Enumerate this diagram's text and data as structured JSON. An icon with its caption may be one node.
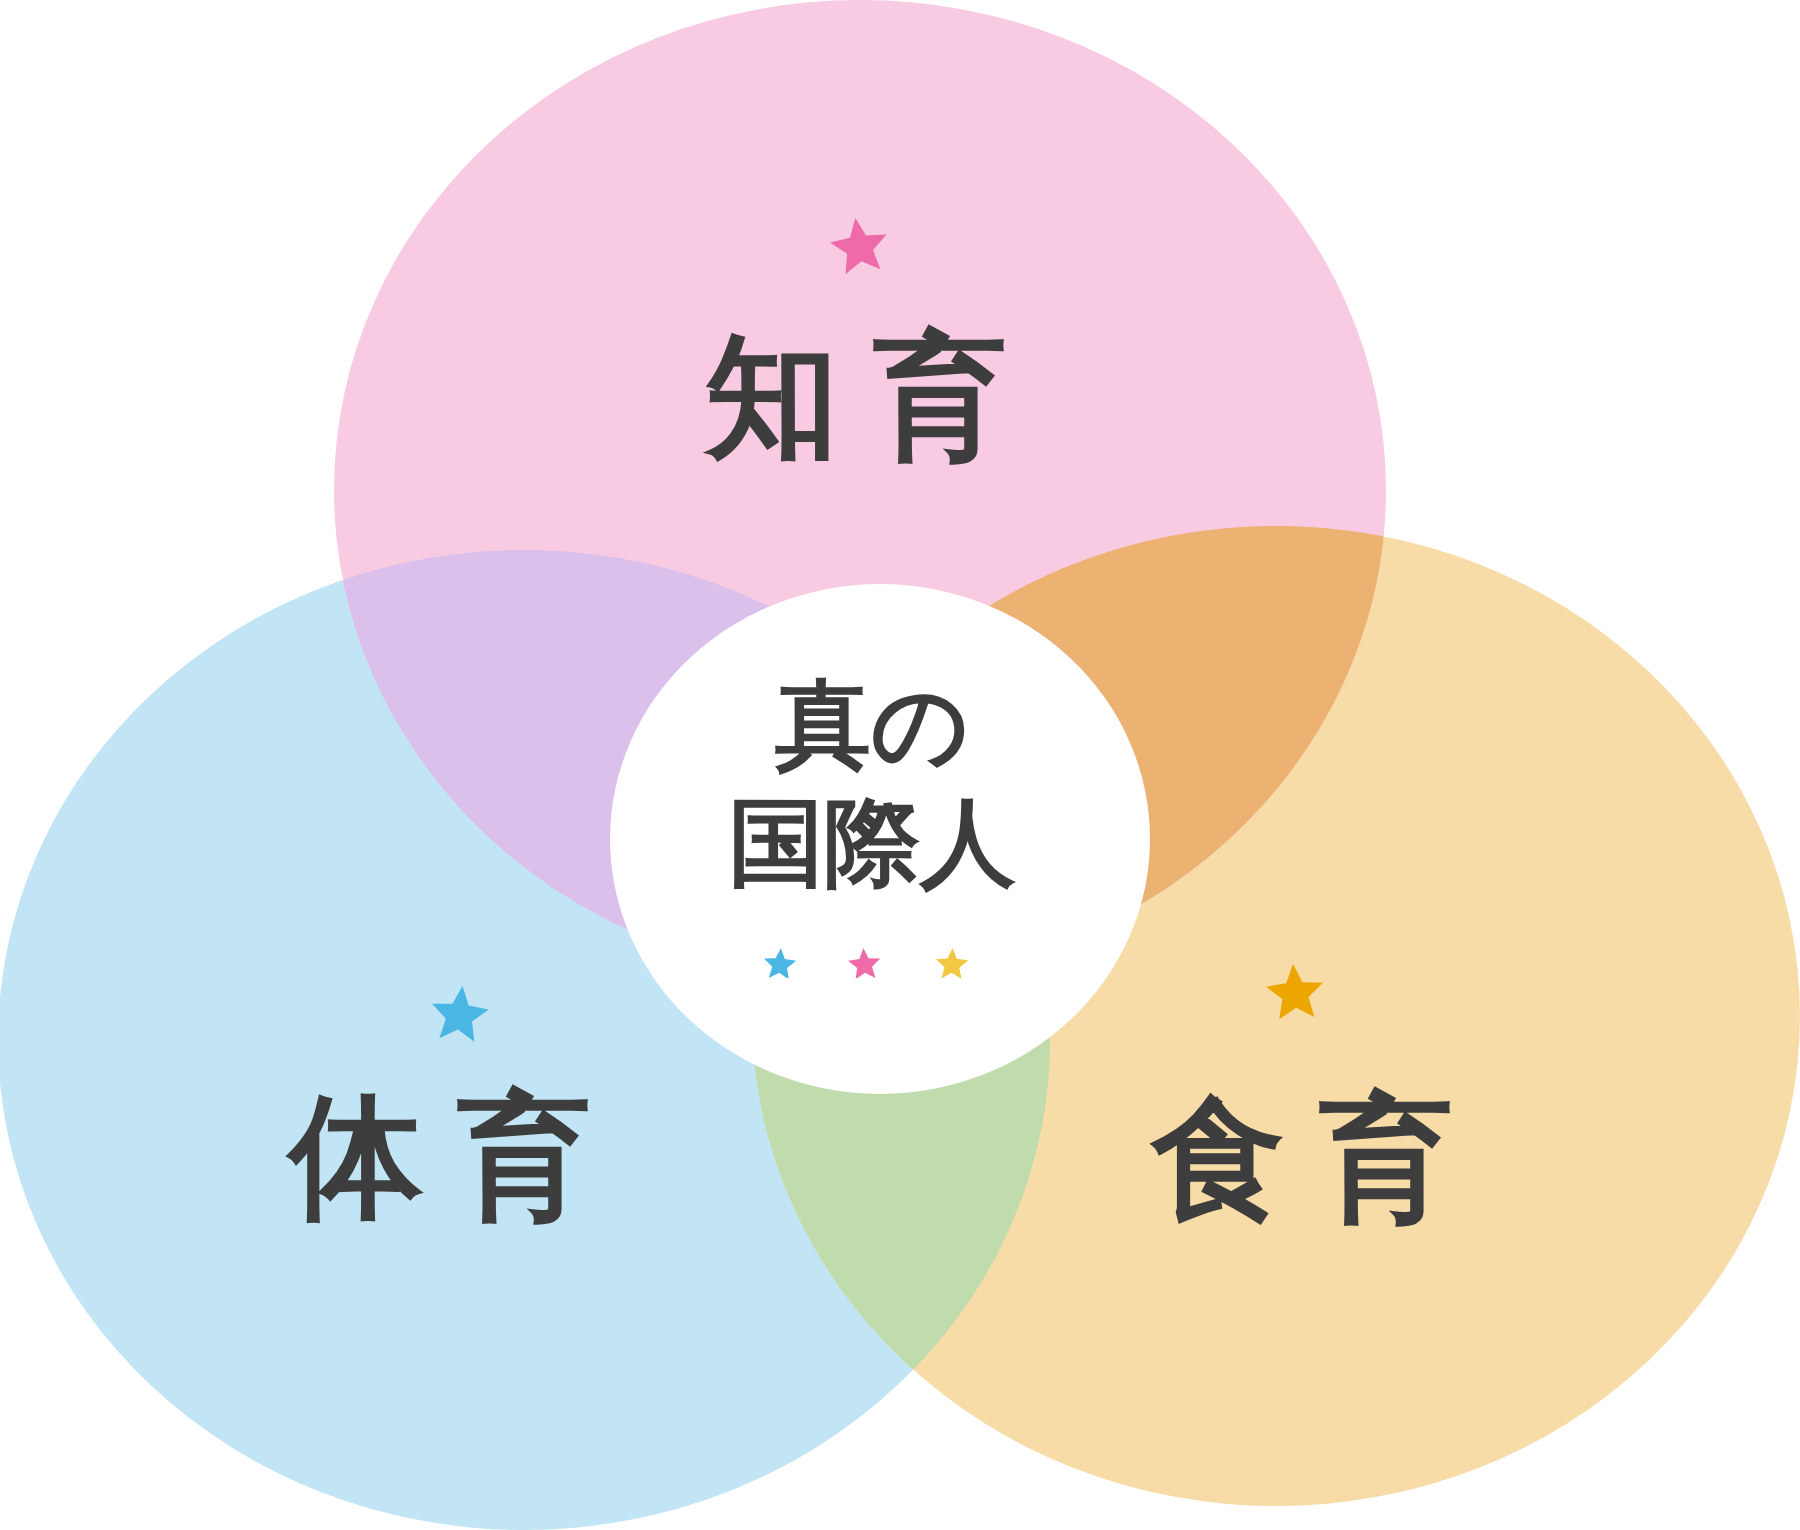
{
  "diagram": {
    "nodes": [
      {
        "text": [
          "知育"
        ]
      },
      {
        "text": [
          "真の国際人"
        ]
      },
      {
        "text": [
          "体育"
        ]
      },
      {
        "text": [
          "食育"
        ]
      }
    ]
  }
}
